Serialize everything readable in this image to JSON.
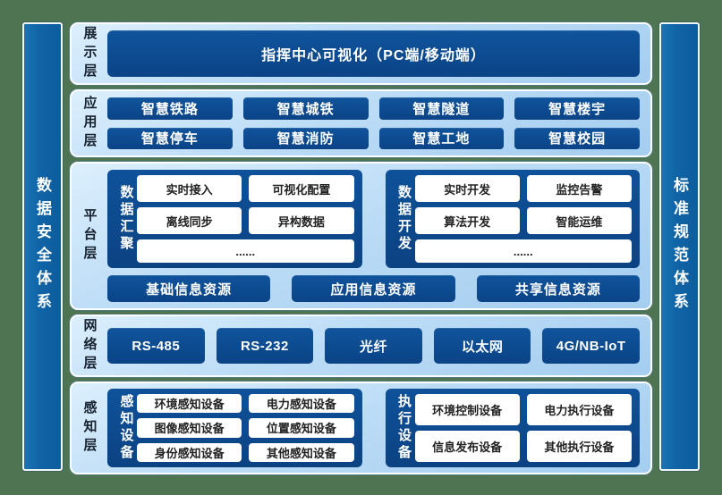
{
  "pillars": {
    "left": "数据安全体系",
    "right": "标准规范体系"
  },
  "layers": [
    {
      "label": "展示层",
      "title": "指挥中心可视化（PC端/移动端）"
    },
    {
      "label": "应用层",
      "apps": [
        "智慧铁路",
        "智慧城铁",
        "智慧隧道",
        "智慧楼宇",
        "智慧停车",
        "智慧消防",
        "智慧工地",
        "智慧校园"
      ]
    },
    {
      "label": "平台层",
      "groups": [
        {
          "name": "数据汇聚",
          "chips": [
            "实时接入",
            "可视化配置",
            "离线同步",
            "异构数据"
          ],
          "more": "......"
        },
        {
          "name": "数据开发",
          "chips": [
            "实时开发",
            "监控告警",
            "算法开发",
            "智能运维"
          ],
          "more": "......"
        }
      ],
      "resources": [
        "基础信息资源",
        "应用信息资源",
        "共享信息资源"
      ]
    },
    {
      "label": "网络层",
      "protocols": [
        "RS-485",
        "RS-232",
        "光纤",
        "以太网",
        "4G/NB-IoT"
      ]
    },
    {
      "label": "感知层",
      "groups": [
        {
          "name": "感知设备",
          "chips": [
            "环境感知设备",
            "电力感知设备",
            "图像感知设备",
            "位置感知设备",
            "身份感知设备",
            "其他感知设备"
          ]
        },
        {
          "name": "执行设备",
          "chips": [
            "环境控制设备",
            "电力执行设备",
            "信息发布设备",
            "其他执行设备"
          ]
        }
      ]
    }
  ],
  "colors": {
    "background_green": "#4e7452",
    "pillar_blue": "#1064a6",
    "panel_light_blue": "#bcdcf6",
    "block_dark_blue": "#0d4c8e",
    "chip_white": "#ffffff",
    "chip_text": "#222222"
  }
}
